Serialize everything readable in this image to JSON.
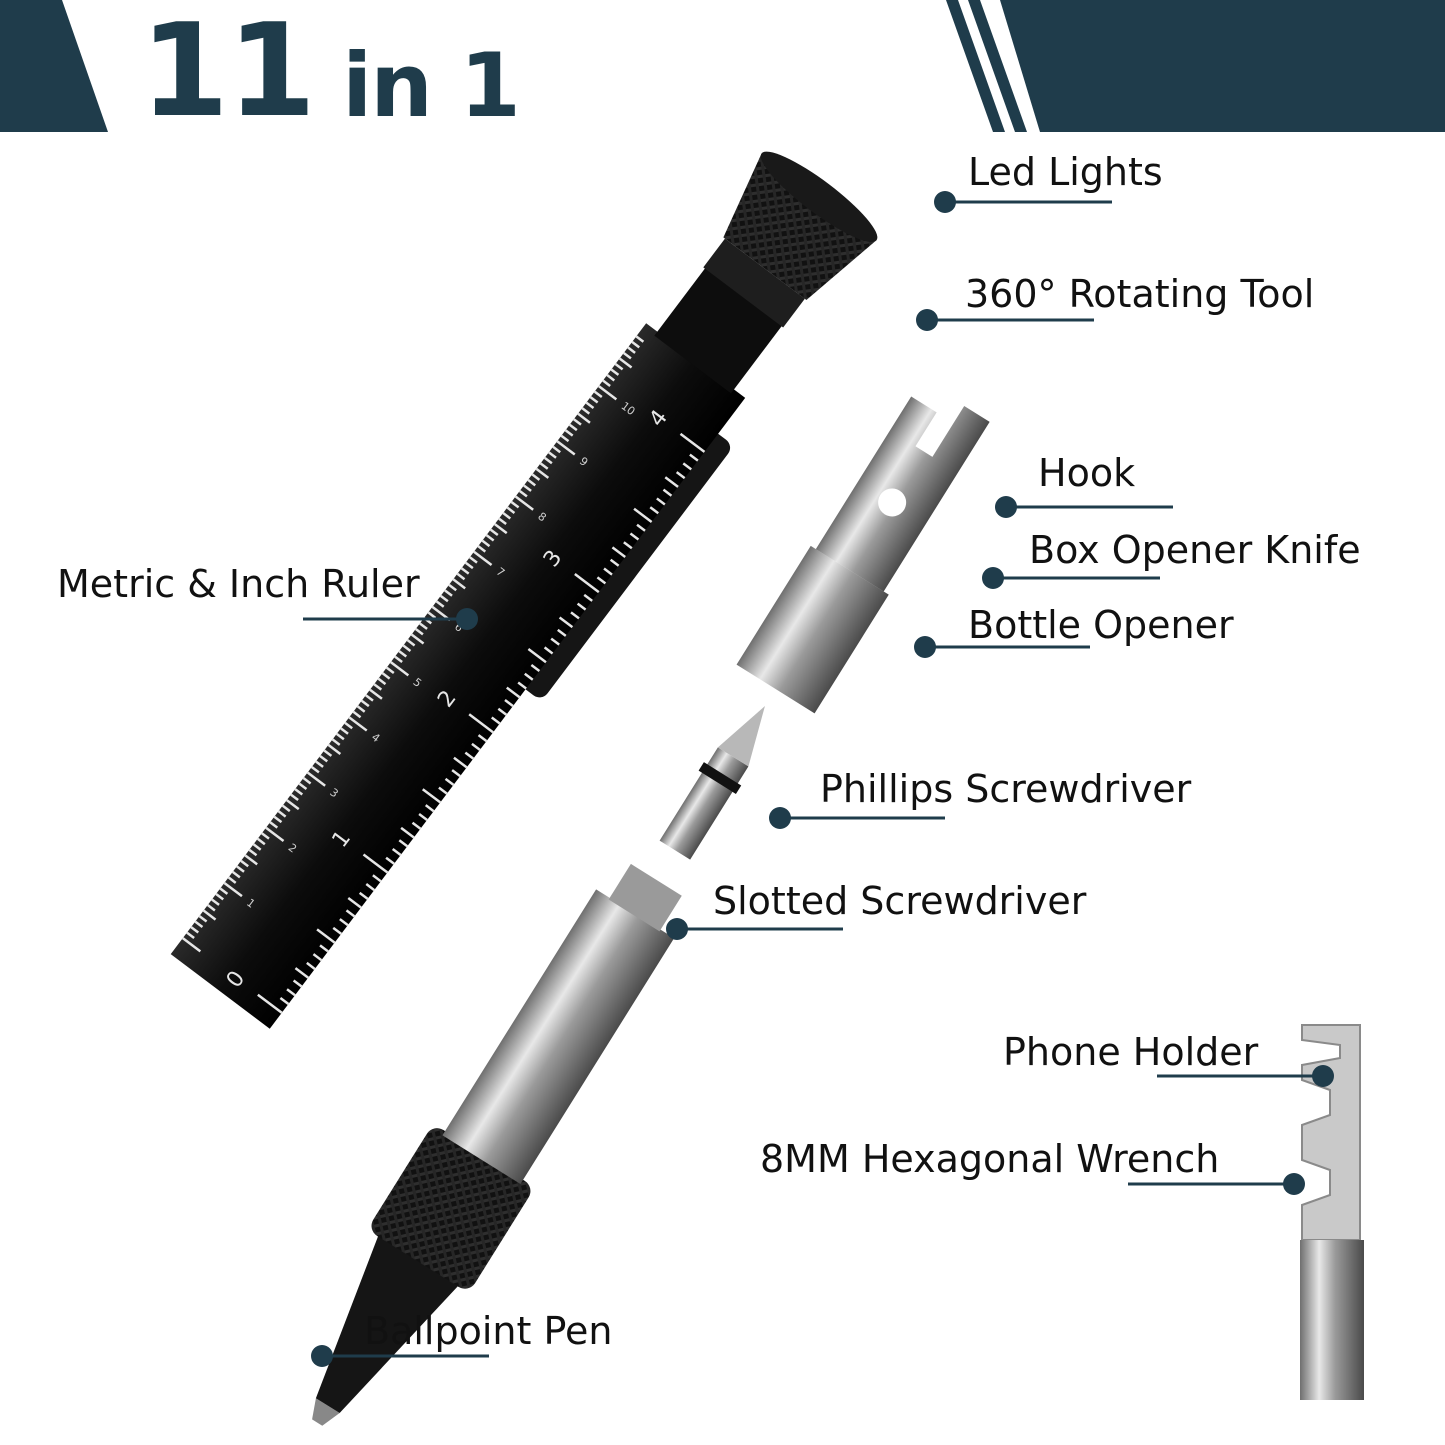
{
  "header": {
    "number": "11",
    "suffix": "in 1",
    "colors": {
      "banner": "#1f3c4b",
      "callout": "#1f3c4b"
    }
  },
  "features": {
    "led_lights": "Led Lights",
    "rotating_tool": "360° Rotating Tool",
    "ruler": "Metric & Inch Ruler",
    "hook": "Hook",
    "box_opener": "Box Opener Knife",
    "bottle_opener": "Bottle Opener",
    "phillips": "Phillips Screwdriver",
    "slotted": "Slotted Screwdriver",
    "phone_holder": "Phone Holder",
    "hex_wrench": "8MM Hexagonal Wrench",
    "ballpoint": "Ballpoint Pen"
  },
  "ruler": {
    "inch_marks": [
      "0",
      "1",
      "2",
      "3",
      "4"
    ],
    "cm_marks": [
      "1",
      "2",
      "3",
      "4",
      "5",
      "6",
      "7",
      "8",
      "9",
      "10"
    ]
  }
}
